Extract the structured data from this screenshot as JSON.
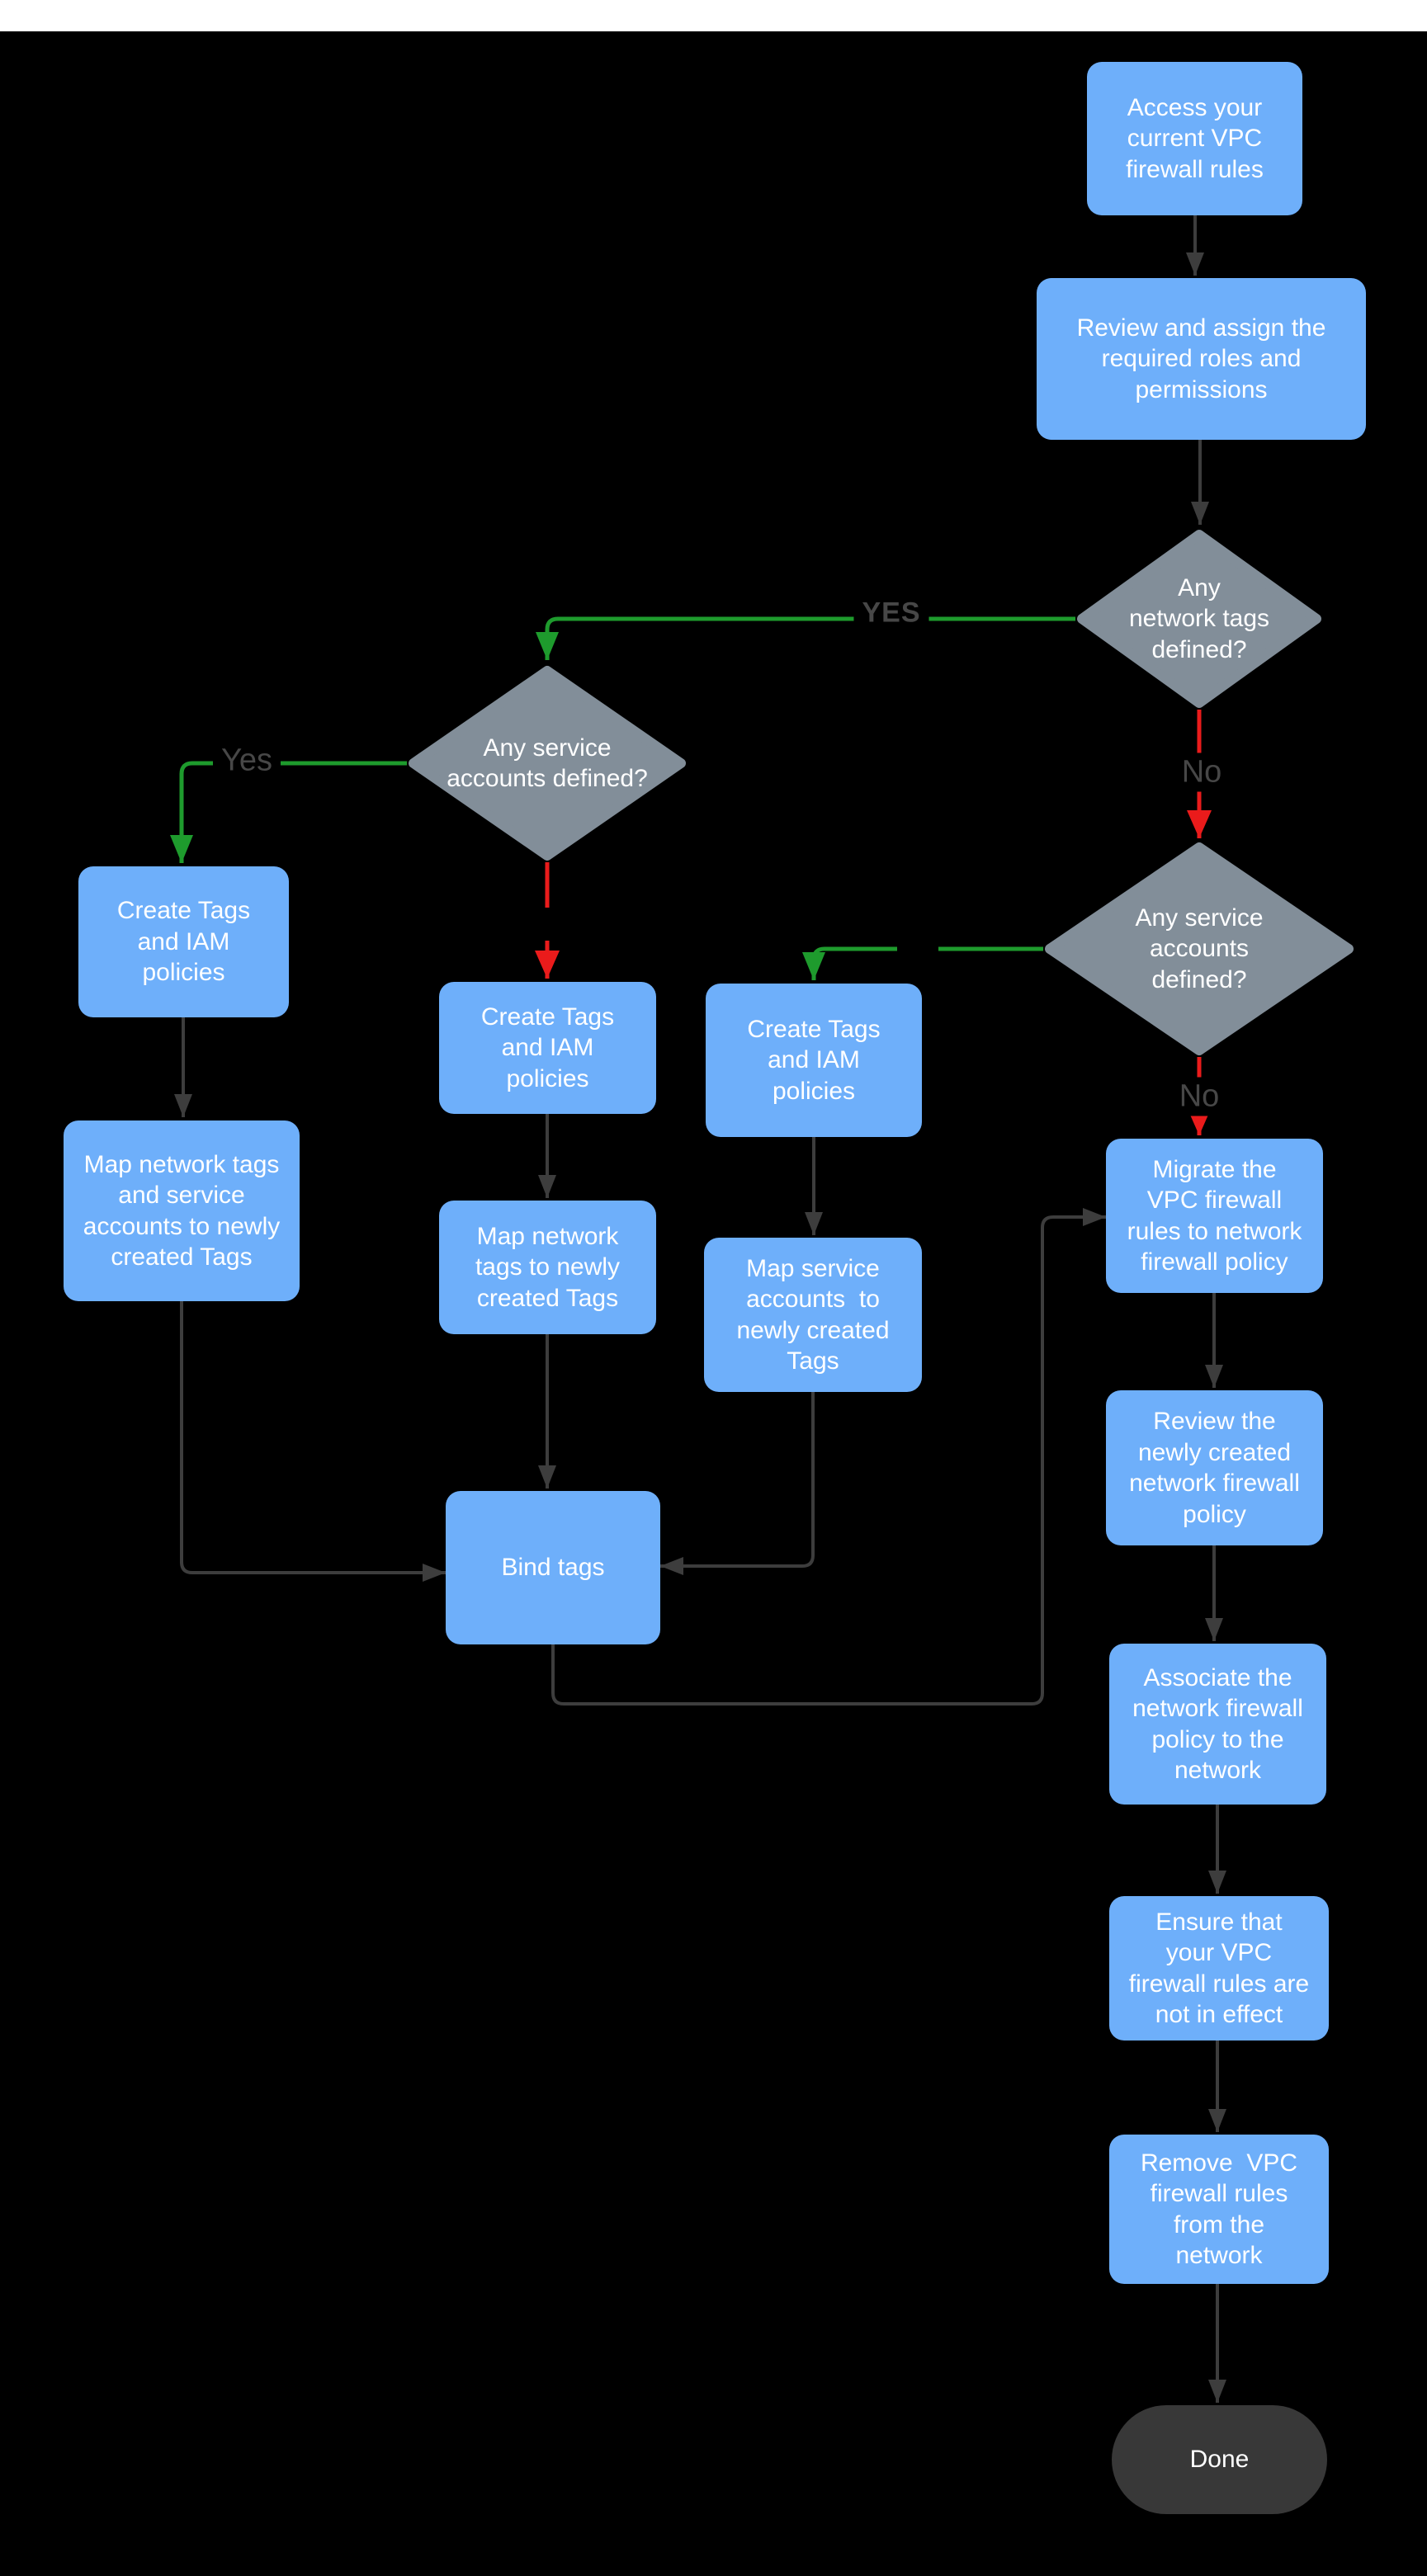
{
  "colors": {
    "background": "#000000",
    "top_bar": "#ffffff",
    "process_fill": "#6eaffa",
    "decision_fill": "#828e99",
    "terminal_fill": "#383838",
    "node_text": "#ffffff",
    "edge_gray": "#3d3d3d",
    "edge_green": "#1e9b2d",
    "edge_red": "#ea1b1b",
    "label_text": "#474747"
  },
  "nodes": {
    "access": {
      "type": "process",
      "label": "Access your\ncurrent VPC\nfirewall rules"
    },
    "review_roles": {
      "type": "process",
      "label": "Review and assign the\nrequired roles and\npermissions"
    },
    "d_network_tags": {
      "type": "decision",
      "label": "Any\nnetwork tags\ndefined?"
    },
    "d_service_accounts_left": {
      "type": "decision",
      "label": "Any service\naccounts defined?"
    },
    "d_service_accounts_right": {
      "type": "decision",
      "label": "Any service\naccounts\ndefined?"
    },
    "create_tags_left": {
      "type": "process",
      "label": "Create Tags\nand IAM\npolicies"
    },
    "create_tags_mid": {
      "type": "process",
      "label": "Create Tags\nand IAM\npolicies"
    },
    "create_tags_right": {
      "type": "process",
      "label": "Create Tags\nand IAM\npolicies"
    },
    "map_left": {
      "type": "process",
      "label": "Map network tags\nand service\naccounts to newly\ncreated Tags"
    },
    "map_mid": {
      "type": "process",
      "label": "Map network\ntags to newly\ncreated Tags"
    },
    "map_right": {
      "type": "process",
      "label": "Map service\naccounts  to\nnewly created\nTags"
    },
    "bind_tags": {
      "type": "process",
      "label": "Bind tags"
    },
    "migrate": {
      "type": "process",
      "label": "Migrate the\nVPC firewall\nrules to network\nfirewall policy"
    },
    "review_policy": {
      "type": "process",
      "label": "Review the\nnewly created\nnetwork firewall\npolicy"
    },
    "associate": {
      "type": "process",
      "label": "Associate the\nnetwork firewall\npolicy to the\nnetwork"
    },
    "ensure": {
      "type": "process",
      "label": "Ensure that\nyour VPC\nfirewall rules are\nnot in effect"
    },
    "remove": {
      "type": "process",
      "label": "Remove  VPC\nfirewall rules\nfrom the\nnetwork"
    },
    "done": {
      "type": "terminal",
      "label": "Done"
    }
  },
  "edge_labels": {
    "yes_primary": "YES",
    "yes_secondary": "Yes",
    "no_primary": "No",
    "no_secondary": "No"
  }
}
